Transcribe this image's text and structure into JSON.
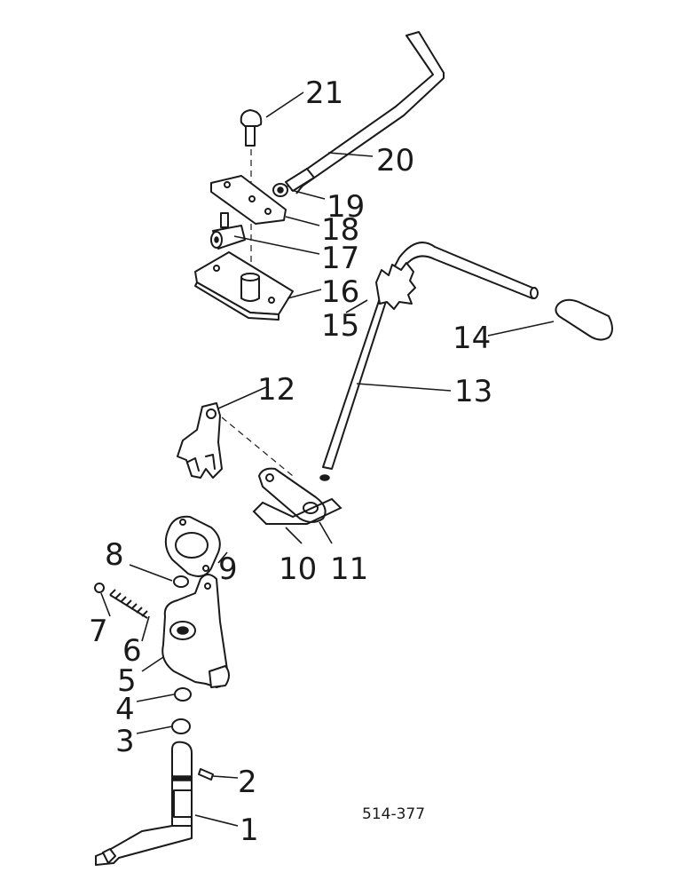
{
  "diagram": {
    "drawing_number": "514-377",
    "callouts": [
      "1",
      "2",
      "3",
      "4",
      "5",
      "6",
      "7",
      "8",
      "9",
      "10",
      "11",
      "12",
      "13",
      "14",
      "15",
      "16",
      "17",
      "18",
      "19",
      "20",
      "21"
    ]
  }
}
